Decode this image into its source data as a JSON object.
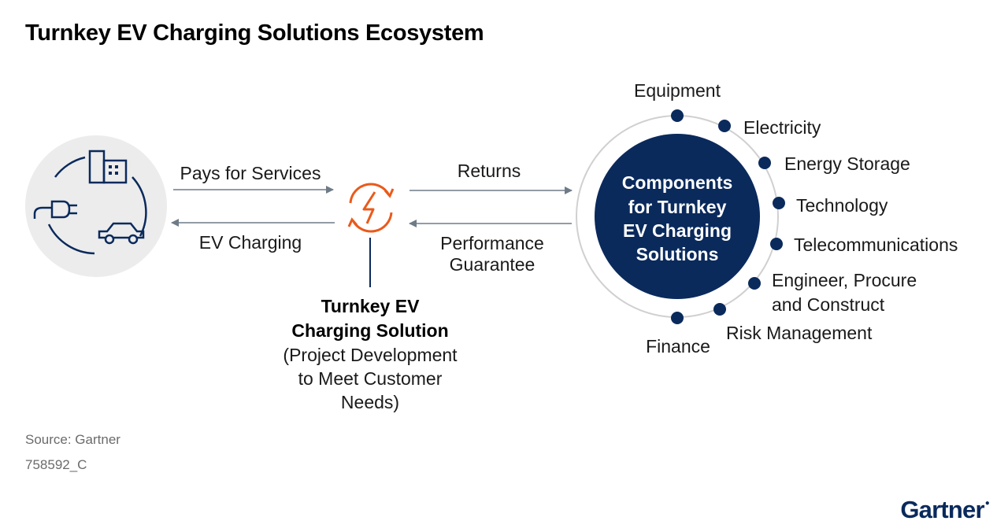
{
  "title": "Turnkey EV Charging Solutions Ecosystem",
  "colors": {
    "navy": "#0a2a5c",
    "orange": "#ea5a1b",
    "gray_circle": "#ececec",
    "arrow": "#6e7b87"
  },
  "customer": {
    "icons": [
      "building-icon",
      "plug-icon",
      "car-icon"
    ]
  },
  "left_arrows": {
    "top_label": "Pays for Services",
    "bottom_label": "EV Charging"
  },
  "right_arrows": {
    "top_label": "Returns",
    "bottom_label_line1": "Performance",
    "bottom_label_line2": "Guarantee"
  },
  "solution": {
    "icon": "refresh-lightning-icon",
    "title_line1": "Turnkey EV",
    "title_line2": "Charging Solution",
    "desc_line1": "(Project Development",
    "desc_line2": "to Meet Customer",
    "desc_line3": "Needs)"
  },
  "hub": {
    "line1": "Components",
    "line2": "for Turnkey",
    "line3": "EV Charging",
    "line4": "Solutions"
  },
  "components": [
    "Equipment",
    "Electricity",
    "Energy Storage",
    "Technology",
    "Telecommunications",
    "Engineer, Procure",
    "and Construct",
    "Risk Management",
    "Finance"
  ],
  "footer": {
    "source": "Source: Gartner",
    "id": "758592_C"
  },
  "brand": "Gartner"
}
